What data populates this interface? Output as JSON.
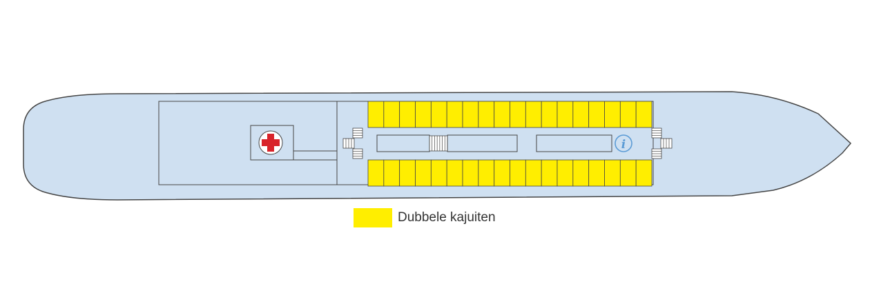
{
  "colors": {
    "hull": "#cfe0f1",
    "outline": "#444444",
    "cabin": "#ffee00",
    "medical_cross": "#d8232a",
    "info": "#5b9bd5"
  },
  "cabins": {
    "top_row": 18,
    "bottom_row": 18
  },
  "icons": [
    "medical-cross-icon",
    "info-icon",
    "stairs-icon"
  ],
  "legend": {
    "items": [
      {
        "label": "Dubbele kajuiten",
        "color": "#ffee00"
      }
    ]
  }
}
